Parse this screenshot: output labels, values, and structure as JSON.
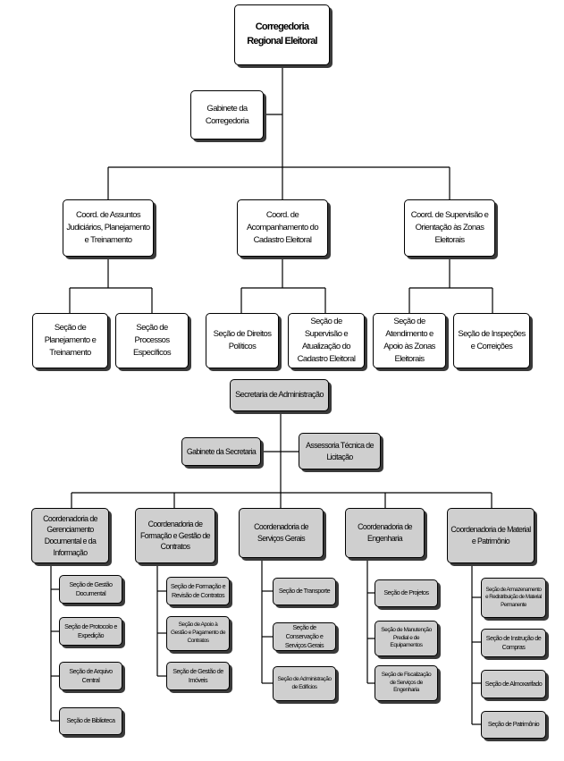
{
  "root": {
    "label": "Corregedoria Regional Eleitoral"
  },
  "gabinete_corregedoria": {
    "label": "Gabinete da Corregedoria"
  },
  "coordinations": [
    {
      "label": "Coord. de Assuntos Judiciários, Planejamento e Treinamento",
      "sections": [
        "Seção de Planejamento e Treinamento",
        "Seção de Processos Específicos"
      ]
    },
    {
      "label": "Coord. de Acompanhamento do Cadastro Eleitoral",
      "sections": [
        "Seção de Direitos Políticos",
        "Seção de Supervisão e Atualização do Cadastro Eleitoral"
      ]
    },
    {
      "label": "Coord. de Supervisão e Orientação às Zonas Eleitorais",
      "sections": [
        "Seção de Atendimento e Apoio às Zonas Eleitorais",
        "Seção de Inspeções e Correições"
      ]
    }
  ],
  "secretaria": {
    "label": "Secretaria de Administração",
    "gabinete": "Gabinete da Secretaria",
    "assessoria": "Assessoria Técnica de Licitação",
    "coordenadorias": [
      {
        "label": "Coordenadoria de Gerenciamento Documental e da Informação",
        "sections": [
          "Seção de Gestão Documental",
          "Seção de Protocolo e Expedição",
          "Seção de Arquivo Central",
          "Seção de Biblioteca"
        ]
      },
      {
        "label": "Coordenadoria de Formação e Gestão de Contratos",
        "sections": [
          "Seção de Formação e Revisão de Contratos",
          "Seção de Apoio à Gestão e Pagamento de Contratos",
          "Seção de Gestão de Imóveis"
        ]
      },
      {
        "label": "Coordenadoria de Serviços Gerais",
        "sections": [
          "Seção de Transporte",
          "Seção de Conservação e Serviços Gerais",
          "Seção de Administração de Edifícios"
        ]
      },
      {
        "label": "Coordenadoria de Engenharia",
        "sections": [
          "Seção de Projetos",
          "Seção de Manutenção Predial e de Equipamentos",
          "Seção de Fiscalização de Serviços de Engenharia"
        ]
      },
      {
        "label": "Coordenadoria de Material e Patrimônio",
        "sections": [
          "Seção de Armazenamento e Redistribuição de Material Permanente",
          "Seção de Instrução de Compras",
          "Seção de Almoxarifado",
          "Seção de Patrimônio"
        ]
      }
    ]
  }
}
